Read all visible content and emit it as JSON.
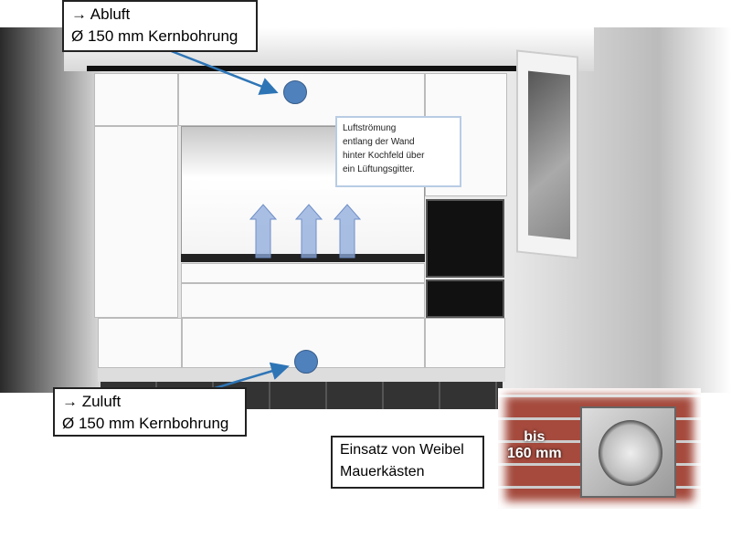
{
  "labels": {
    "abluft_title": "→ Abluft",
    "abluft_detail": "Ø 150 mm Kernbohrung",
    "zuluft_title": "→ Zuluft",
    "zuluft_detail": "Ø 150 mm Kernbohrung",
    "callout_lines": [
      "Luftströmung",
      "entlang der Wand",
      "hinter Kochfeld über",
      "ein Lüftungsgitter."
    ],
    "einsatz_lines": [
      "Einsatz von Weibel",
      "Mauerkästen"
    ],
    "photo_lines": [
      "bis",
      "160 mm"
    ]
  },
  "colors": {
    "marker": "#4f81bd",
    "airflow_arrow": "#8eaadb",
    "leader_line": "#2e75b6"
  }
}
